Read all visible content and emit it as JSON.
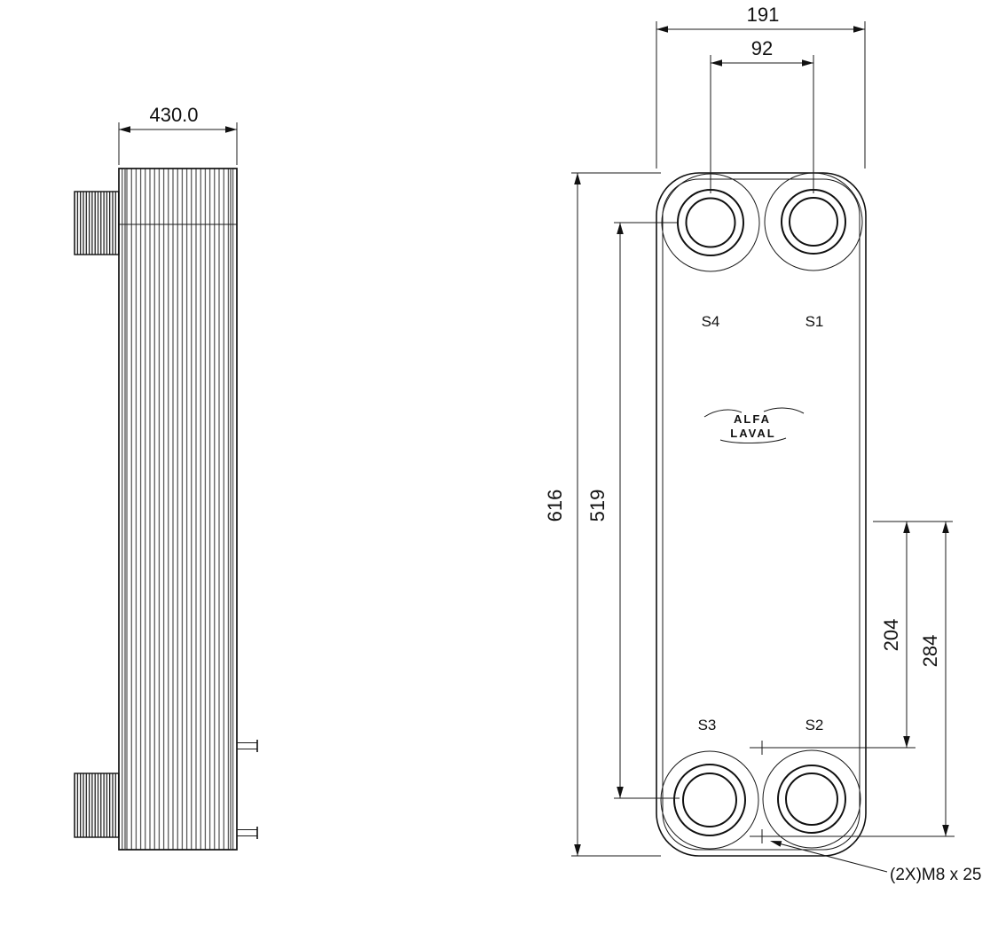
{
  "side_view": {
    "depth_dim": "430.0"
  },
  "front_view": {
    "width_dim": "191",
    "port_spacing_dim": "92",
    "height_dim": "616",
    "port_height_dim": "519",
    "stud_upper_dim": "204",
    "stud_lower_dim": "284",
    "stud_note": "(2X)M8 x 25",
    "ports": {
      "s4": "S4",
      "s1": "S1",
      "s3": "S3",
      "s2": "S2"
    },
    "logo": {
      "line1": "ALFA",
      "line2": "LAVAL"
    }
  },
  "colors": {
    "line": "#111111",
    "background": "#ffffff"
  }
}
